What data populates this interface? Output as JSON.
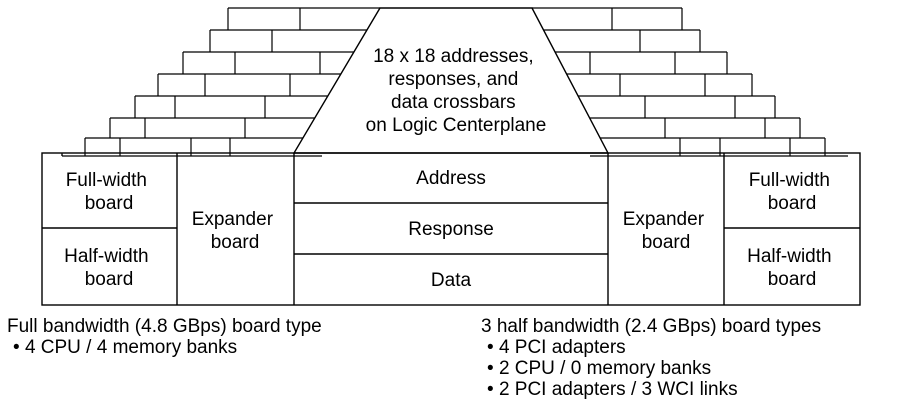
{
  "centerplane": {
    "lines": [
      "18 x 18 addresses,",
      "responses, and",
      "data crossbars",
      "on Logic Centerplane"
    ]
  },
  "left_boards": {
    "full_width": [
      "Full-width",
      "board"
    ],
    "half_width": [
      "Half-width",
      "board"
    ],
    "expander": [
      "Expander",
      "board"
    ]
  },
  "right_boards": {
    "full_width": [
      "Full-width",
      "board"
    ],
    "half_width": [
      "Half-width",
      "board"
    ],
    "expander": [
      "Expander",
      "board"
    ]
  },
  "crossbars": {
    "address": "Address",
    "response": "Response",
    "data": "Data"
  },
  "captions": {
    "left": {
      "title": "Full bandwidth (4.8 GBps) board type",
      "items": [
        "4 CPU / 4 memory banks"
      ]
    },
    "right": {
      "title": "3 half bandwidth (2.4 GBps) board types",
      "items": [
        "4 PCI adapters",
        "2 CPU / 0 memory banks",
        "2 PCI adapters / 3 WCI links"
      ]
    }
  }
}
